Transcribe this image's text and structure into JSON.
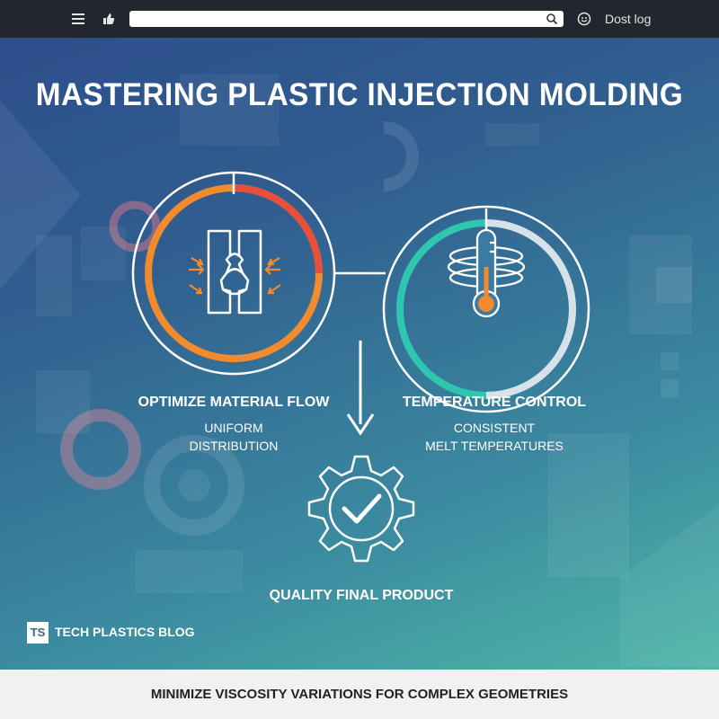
{
  "topbar": {
    "menu_icon": "hamburger-icon",
    "like_icon": "thumbs-up-icon",
    "search": {
      "value": "",
      "icon": "search-icon"
    },
    "profile_icon": "smiley-icon",
    "link_label": "Dost log"
  },
  "hero": {
    "title": "MASTERING PLASTIC INJECTION MOLDING",
    "steps": [
      {
        "title": "OPTIMIZE MATERIAL FLOW",
        "subtitle_lines": [
          "UNIFORM",
          "DISTRIBUTION"
        ],
        "icon": "mold-flow-icon",
        "ring_color": "#f28a2e"
      },
      {
        "title": "TEMPERATURE CONTROL",
        "subtitle_lines": [
          "CONSISTENT",
          "MELT TEMPERATURES"
        ],
        "icon": "thermometer-icon",
        "ring_color": "#2fc6b0"
      }
    ],
    "result": {
      "title": "QUALITY FINAL PRODUCT",
      "icon": "gear-check-icon"
    },
    "brand": {
      "logo_text": "TS",
      "name": "TECH PLASTICS BLOG"
    }
  },
  "caption": "MINIMIZE VISCOSITY VARIATIONS FOR COMPLEX GEOMETRIES"
}
